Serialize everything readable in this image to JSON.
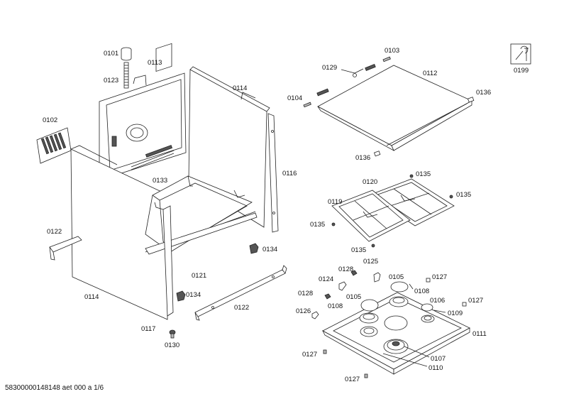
{
  "labels": {
    "l0101": "0101",
    "l0113": "0113",
    "l0123": "0123",
    "l0114_top": "0114",
    "l0102": "0102",
    "l0133": "0133",
    "l0116": "0116",
    "l0122_left": "0122",
    "l0134_a": "0134",
    "l0121": "0121",
    "l0114_bottom": "0114",
    "l0134_b": "0134",
    "l0122_right": "0122",
    "l0117": "0117",
    "l0130": "0130",
    "l0103": "0103",
    "l0129": "0129",
    "l0112": "0112",
    "l0104": "0104",
    "l0136_a": "0136",
    "l0136_b": "0136",
    "l0199": "0199",
    "l0120": "0120",
    "l0135_a": "0135",
    "l0135_b": "0135",
    "l0119": "0119",
    "l0135_c": "0135",
    "l0135_d": "0135",
    "l0128_a": "0128",
    "l0125": "0125",
    "l0124": "0124",
    "l0105_a": "0105",
    "l0127_a": "0127",
    "l0108_a": "0108",
    "l0128_b": "0128",
    "l0105_b": "0105",
    "l0106": "0106",
    "l0127_b": "0127",
    "l0108_b": "0108",
    "l0109": "0109",
    "l0126": "0126",
    "l0111": "0111",
    "l0107": "0107",
    "l0127_c": "0127",
    "l0110": "0110",
    "l0127_d": "0127"
  },
  "footer": "58300000148148 aet 000 a 1/6",
  "icons": {
    "service": "wrench-screwdriver-service-icon"
  },
  "colors": {
    "line": "#222222",
    "background": "#ffffff"
  }
}
